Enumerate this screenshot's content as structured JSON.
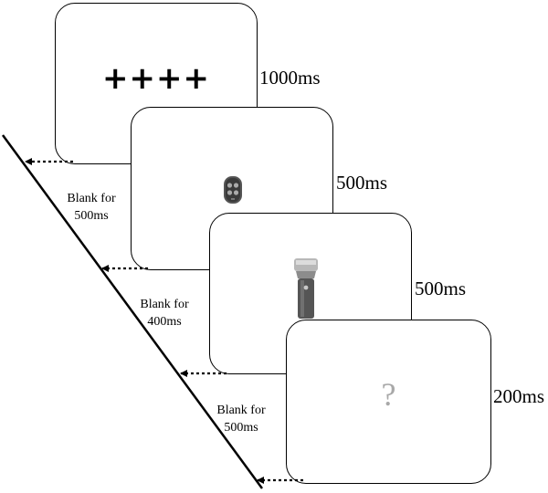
{
  "screens": [
    {
      "stimulus": "++++",
      "duration": "1000ms"
    },
    {
      "stimulus": "remote-control-image",
      "duration": "500ms"
    },
    {
      "stimulus": "flashlight-image",
      "duration": "500ms"
    },
    {
      "stimulus": "?",
      "duration": "200ms"
    }
  ],
  "blanks": [
    {
      "line1": "Blank for",
      "line2": "500ms"
    },
    {
      "line1": "Blank for",
      "line2": "400ms"
    },
    {
      "line1": "Blank for",
      "line2": "500ms"
    }
  ],
  "colors": {
    "stroke": "#000000",
    "question_mark": "#a8a8a8"
  }
}
